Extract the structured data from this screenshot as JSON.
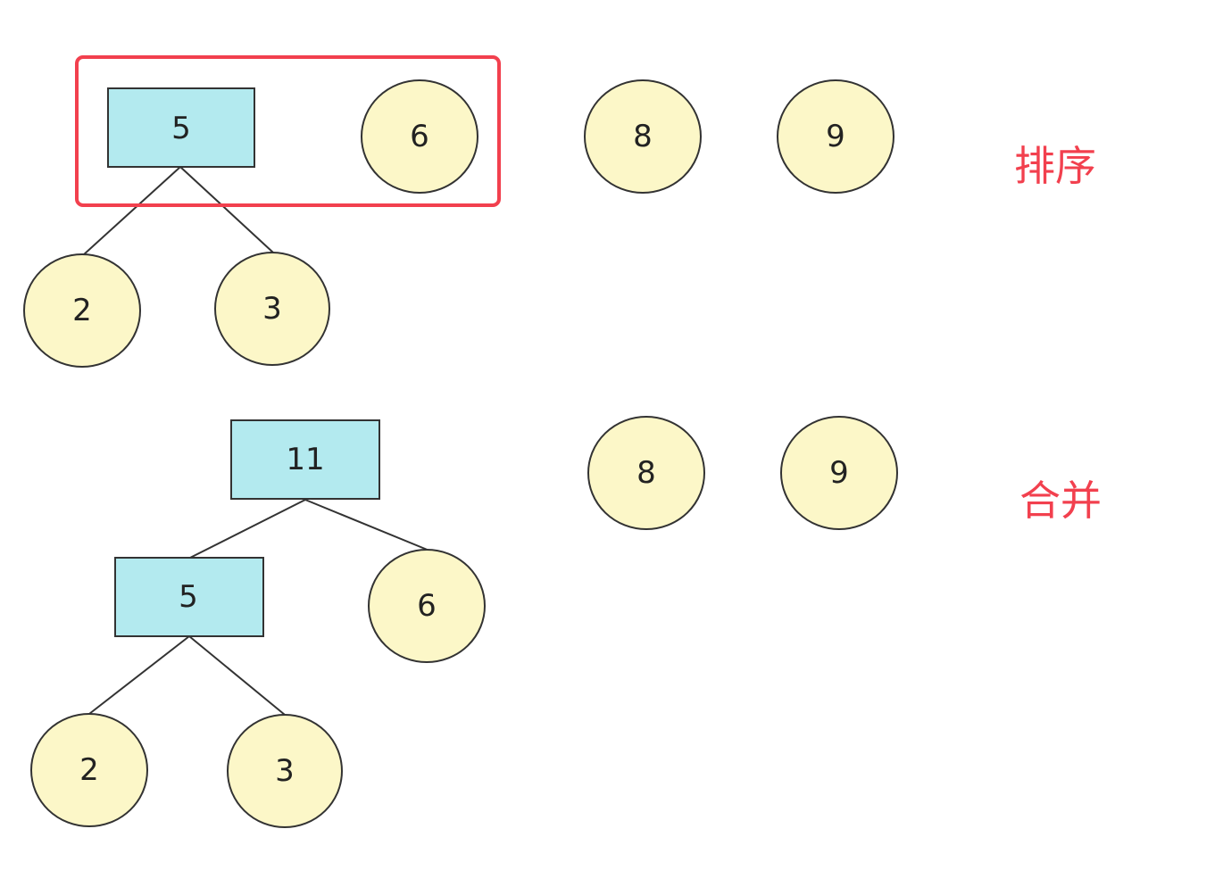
{
  "colors": {
    "leaf_fill": "#fcf7c8",
    "internal_fill": "#b3eaef",
    "outline": "#333333",
    "highlight": "#f2404e"
  },
  "steps": [
    {
      "label": "排序",
      "nodes": {
        "n5": "5",
        "n6": "6",
        "n8": "8",
        "n9": "9",
        "n2": "2",
        "n3": "3"
      }
    },
    {
      "label": "合并",
      "nodes": {
        "n11": "11",
        "n5": "5",
        "n6": "6",
        "n8": "8",
        "n9": "9",
        "n2": "2",
        "n3": "3"
      }
    }
  ]
}
